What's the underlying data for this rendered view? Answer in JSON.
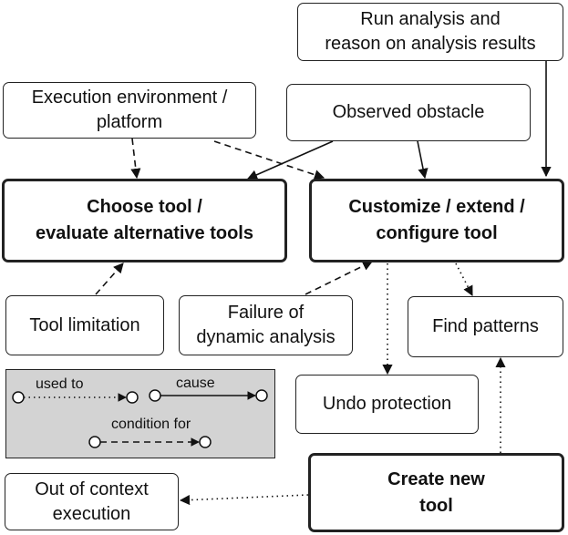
{
  "nodes": {
    "run_analysis": "Run analysis and\nreason on analysis results",
    "execution_env": "Execution environment /\nplatform",
    "observed_obstacle": "Observed obstacle",
    "choose_tool": "Choose tool /\nevaluate alternative tools",
    "customize_tool": "Customize / extend /\nconfigure tool",
    "tool_limitation": "Tool limitation",
    "failure_dynamic": "Failure of\ndynamic analysis",
    "find_patterns": "Find patterns",
    "undo_protection": "Undo protection",
    "create_new_tool": "Create new\ntool",
    "out_of_context": "Out of context\nexecution"
  },
  "legend": {
    "used_to": "used to",
    "cause": "cause",
    "condition_for": "condition for"
  },
  "edges": [
    {
      "from": "execution_env",
      "to": "choose_tool",
      "relation": "condition_for"
    },
    {
      "from": "execution_env",
      "to": "customize_tool",
      "relation": "condition_for"
    },
    {
      "from": "observed_obstacle",
      "to": "choose_tool",
      "relation": "cause"
    },
    {
      "from": "observed_obstacle",
      "to": "customize_tool",
      "relation": "cause"
    },
    {
      "from": "run_analysis",
      "to": "customize_tool",
      "relation": "cause"
    },
    {
      "from": "tool_limitation",
      "to": "choose_tool",
      "relation": "condition_for"
    },
    {
      "from": "failure_dynamic",
      "to": "customize_tool",
      "relation": "condition_for"
    },
    {
      "from": "customize_tool",
      "to": "find_patterns",
      "relation": "used_to"
    },
    {
      "from": "customize_tool",
      "to": "undo_protection",
      "relation": "used_to"
    },
    {
      "from": "create_new_tool",
      "to": "find_patterns",
      "relation": "used_to"
    },
    {
      "from": "create_new_tool",
      "to": "out_of_context",
      "relation": "used_to"
    }
  ]
}
